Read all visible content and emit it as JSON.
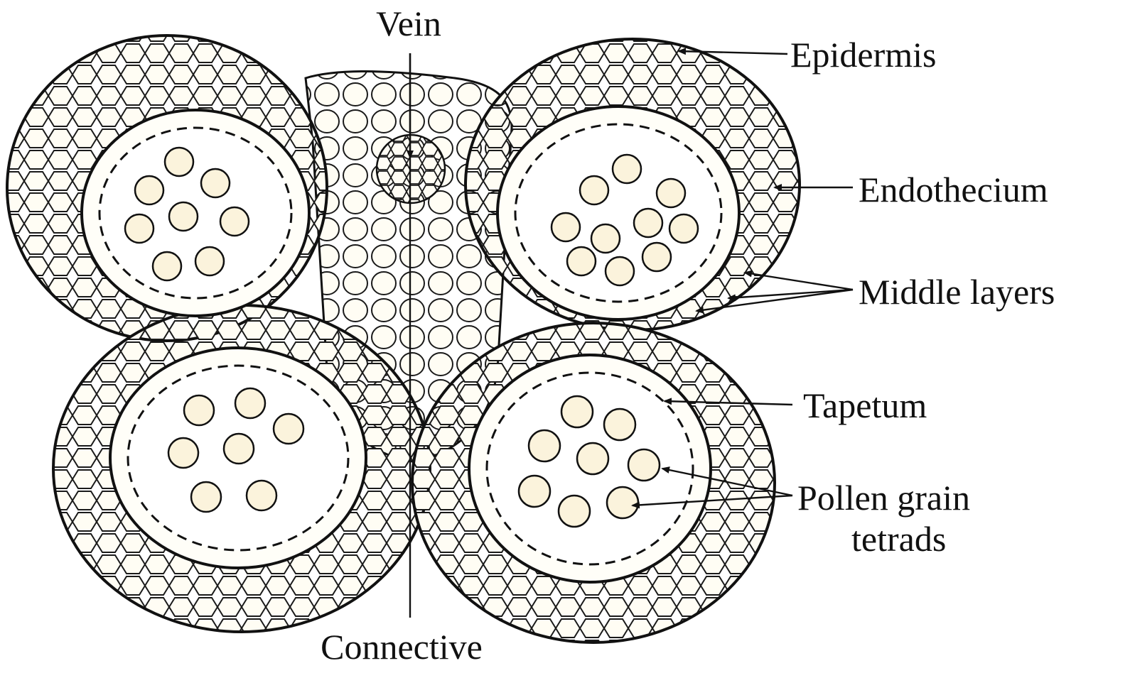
{
  "labels": {
    "vein": "Vein",
    "epidermis": "Epidermis",
    "endothecium": "Endothecium",
    "middle_layers": "Middle layers",
    "tapetum": "Tapetum",
    "pollen_line1": "Pollen grain",
    "pollen_line2": "tetrads",
    "connective": "Connective"
  },
  "colors": {
    "ink": "#111111",
    "cell_fill": "#fffdf4",
    "tetrad_fill": "#fbf3dc",
    "background": "#ffffff"
  }
}
